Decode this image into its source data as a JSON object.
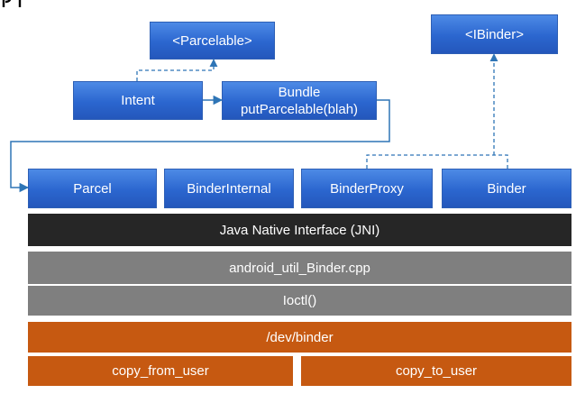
{
  "colors": {
    "blue": "#2b66cf",
    "jni_bar": "#262626",
    "gray_bar": "#7f7f7f",
    "orange_bar": "#c65911",
    "connector": "#2e75b6"
  },
  "top": {
    "parcelable": "<Parcelable>",
    "ibinder": "<IBinder>",
    "intent": "Intent",
    "bundle_line1": "Bundle",
    "bundle_line2": "putParcelable(blah)"
  },
  "java_row": {
    "parcel": "Parcel",
    "binder_internal": "BinderInternal",
    "binder_proxy": "BinderProxy",
    "binder": "Binder"
  },
  "layers": {
    "jni": "Java Native Interface (JNI)",
    "android_util_binder": "android_util_Binder.cpp",
    "ioctl": "Ioctl()",
    "dev_binder": "/dev/binder",
    "copy_from_user": "copy_from_user",
    "copy_to_user": "copy_to_user"
  }
}
